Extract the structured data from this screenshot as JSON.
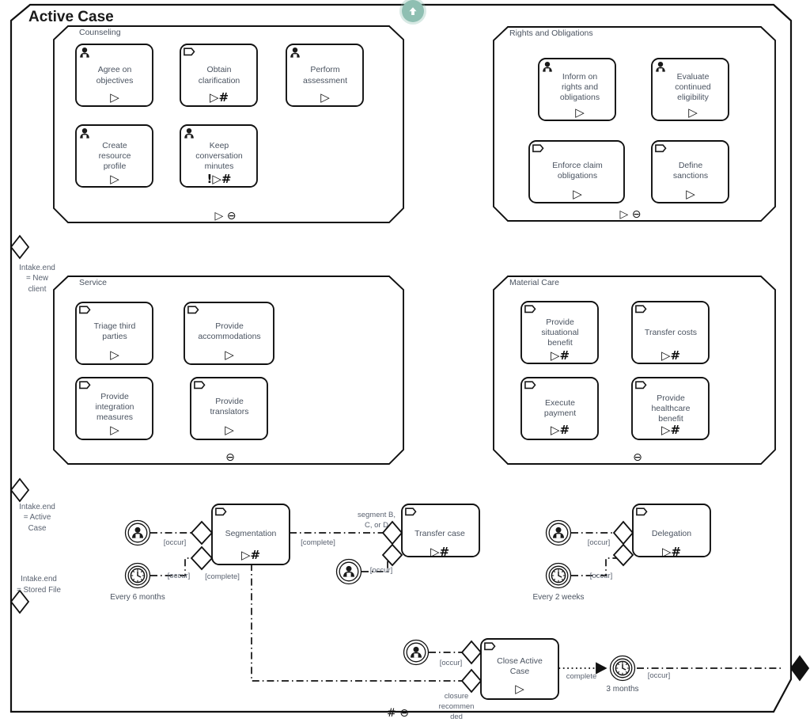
{
  "diagram": {
    "type": "cmmn-case-plan-model",
    "title": "Active Case",
    "plan_model_decorators": "# ⊖"
  },
  "top_badge": {
    "name": "scroll-to-top",
    "icon": "arrow-up-circle-icon",
    "color": "#8fbfb2"
  },
  "entry_sentries": [
    {
      "id": "sentry-new-client",
      "label": "Intake.end\n= New\nclient",
      "line1": "Intake.end",
      "line2": "= New",
      "line3": "client"
    },
    {
      "id": "sentry-active-case",
      "label": "Intake.end\n= Active\nCase",
      "line1": "Intake.end",
      "line2": "= Active",
      "line3": "Case"
    },
    {
      "id": "sentry-stored-file",
      "label": "Intake.end\n= Stored File",
      "line1": "Intake.end",
      "line2": "= Stored File",
      "line3": ""
    }
  ],
  "stages": [
    {
      "id": "stage-counseling",
      "name": "Counseling",
      "decorators": "▷ ⊖",
      "tasks": [
        {
          "id": "task-agree-on-objectives",
          "lines": [
            "Agree on",
            "objectives"
          ],
          "icon": "human-task-icon",
          "decorators": "▷"
        },
        {
          "id": "task-obtain-clarification",
          "lines": [
            "Obtain",
            "clarification"
          ],
          "icon": "discretionary-task-icon",
          "decorators": "▷#"
        },
        {
          "id": "task-perform-assessment",
          "lines": [
            "Perform",
            "assessment"
          ],
          "icon": "human-task-icon",
          "decorators": "▷"
        },
        {
          "id": "task-create-resource-profile",
          "lines": [
            "Create",
            "resource",
            "profile"
          ],
          "icon": "human-task-icon",
          "decorators": "▷"
        },
        {
          "id": "task-keep-conversation-minutes",
          "lines": [
            "Keep",
            "conversation",
            "minutes"
          ],
          "icon": "human-task-icon",
          "decorators": "!▷#"
        }
      ]
    },
    {
      "id": "stage-rights-and-obligations",
      "name": "Rights and Obligations",
      "decorators": "▷ ⊖",
      "tasks": [
        {
          "id": "task-inform-on-rights",
          "lines": [
            "Inform on",
            "rights and",
            "obligations"
          ],
          "icon": "human-task-icon",
          "decorators": "▷"
        },
        {
          "id": "task-evaluate-eligibility",
          "lines": [
            "Evaluate",
            "continued",
            "eligibility"
          ],
          "icon": "human-task-icon",
          "decorators": "▷"
        },
        {
          "id": "task-enforce-claim-obligations",
          "lines": [
            "Enforce claim",
            "obligations"
          ],
          "icon": "discretionary-task-icon",
          "decorators": "▷"
        },
        {
          "id": "task-define-sanctions",
          "lines": [
            "Define",
            "sanctions"
          ],
          "icon": "discretionary-task-icon",
          "decorators": "▷"
        }
      ]
    },
    {
      "id": "stage-service",
      "name": "Service",
      "decorators": "⊖",
      "tasks": [
        {
          "id": "task-triage-third-parties",
          "lines": [
            "Triage third",
            "parties"
          ],
          "icon": "discretionary-task-icon",
          "decorators": "▷"
        },
        {
          "id": "task-provide-accommodations",
          "lines": [
            "Provide",
            "accommodations"
          ],
          "icon": "discretionary-task-icon",
          "decorators": "▷"
        },
        {
          "id": "task-provide-integration-measures",
          "lines": [
            "Provide",
            "integration",
            "measures"
          ],
          "icon": "discretionary-task-icon",
          "decorators": "▷"
        },
        {
          "id": "task-provide-translators",
          "lines": [
            "Provide",
            "translators"
          ],
          "icon": "discretionary-task-icon",
          "decorators": "▷"
        }
      ]
    },
    {
      "id": "stage-material-care",
      "name": "Material Care",
      "decorators": "⊖",
      "tasks": [
        {
          "id": "task-provide-situational-benefit",
          "lines": [
            "Provide",
            "situational",
            "benefit"
          ],
          "icon": "discretionary-task-icon",
          "decorators": "▷#"
        },
        {
          "id": "task-transfer-costs",
          "lines": [
            "Transfer costs"
          ],
          "icon": "discretionary-task-icon",
          "decorators": "▷#"
        },
        {
          "id": "task-execute-payment",
          "lines": [
            "Execute",
            "payment"
          ],
          "icon": "discretionary-task-icon",
          "decorators": "▷#"
        },
        {
          "id": "task-provide-healthcare-benefit",
          "lines": [
            "Provide",
            "healthcare",
            "benefit"
          ],
          "icon": "discretionary-task-icon",
          "decorators": "▷#"
        }
      ]
    }
  ],
  "loose_tasks": [
    {
      "id": "task-segmentation",
      "lines": [
        "Segmentation"
      ],
      "icon": "discretionary-task-icon",
      "decorators": "▷#"
    },
    {
      "id": "task-transfer-case",
      "lines": [
        "Transfer case"
      ],
      "icon": "discretionary-task-icon",
      "decorators": "▷#"
    },
    {
      "id": "task-delegation",
      "lines": [
        "Delegation"
      ],
      "icon": "discretionary-task-icon",
      "decorators": "▷#"
    },
    {
      "id": "task-close-active-case",
      "lines": [
        "Close Active",
        "Case"
      ],
      "icon": "discretionary-task-icon",
      "decorators": "▷"
    }
  ],
  "events": [
    {
      "id": "event-user-segmentation",
      "icon": "user-event-icon",
      "caption": ""
    },
    {
      "id": "event-timer-6-months",
      "icon": "timer-event-icon",
      "caption": "Every 6 months"
    },
    {
      "id": "event-user-transfer-case",
      "icon": "user-event-icon",
      "caption": ""
    },
    {
      "id": "event-user-delegation",
      "icon": "user-event-icon",
      "caption": ""
    },
    {
      "id": "event-timer-2-weeks",
      "icon": "timer-event-icon",
      "caption": "Every 2 weeks"
    },
    {
      "id": "event-user-close-case",
      "icon": "user-event-icon",
      "caption": ""
    },
    {
      "id": "event-timer-3-months",
      "icon": "timer-event-icon",
      "caption": "3 months"
    }
  ],
  "connector_labels": {
    "occur_1": "[occur]",
    "occur_2": "[occur]",
    "occur_3": "[occur]",
    "occur_4": "[occur]",
    "occur_5": "[occur]",
    "occur_6": "[occur]",
    "occur_7": "[occur]",
    "complete_segmentation_out": "[complete]",
    "complete_segmentation_down": "[complete]",
    "segment_b_c_or_d_l1": "segment B,",
    "segment_b_c_or_d_l2": "C, or D",
    "closure_l1": "closure",
    "closure_l2": "recommen",
    "closure_l3": "ded",
    "complete_close": "complete"
  }
}
